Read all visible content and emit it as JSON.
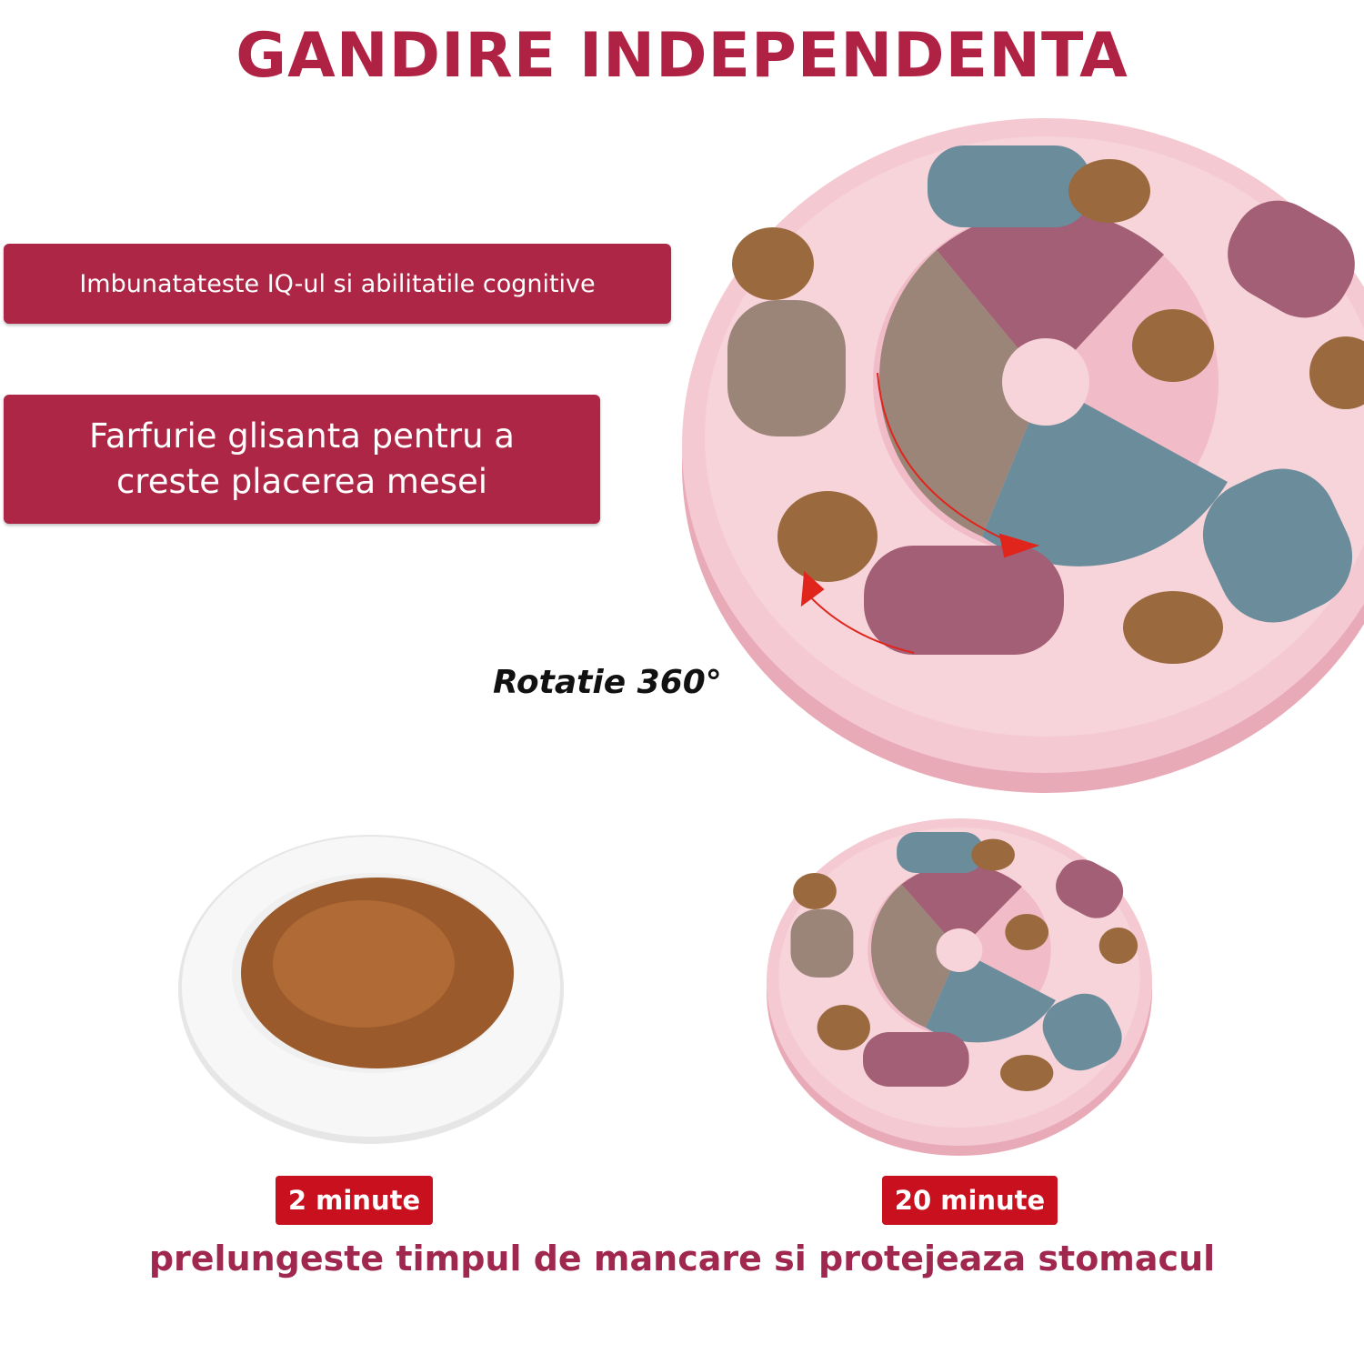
{
  "header": {
    "title": "GANDIRE INDEPENDENTA"
  },
  "features": [
    {
      "label": "Imbunatateste IQ-ul si abilitatile cognitive"
    },
    {
      "label": "Farfurie glisanta pentru a creste placerea mesei"
    }
  ],
  "rotation_label": "Rotatie 360°",
  "comparison": {
    "plate_time": "2 minute",
    "feeder_time": "20 minute"
  },
  "footer": {
    "text": "prelungeste timpul de mancare si protejeaza stomacul"
  },
  "colors": {
    "accent": "#ad2645",
    "tag": "#c8101e",
    "feeder_pink": "#f3c6cf",
    "slider_blue": "#6b8c9a",
    "slider_mauve": "#a25f76",
    "slider_taupe": "#9b8579",
    "arrow": "#e0251d"
  }
}
